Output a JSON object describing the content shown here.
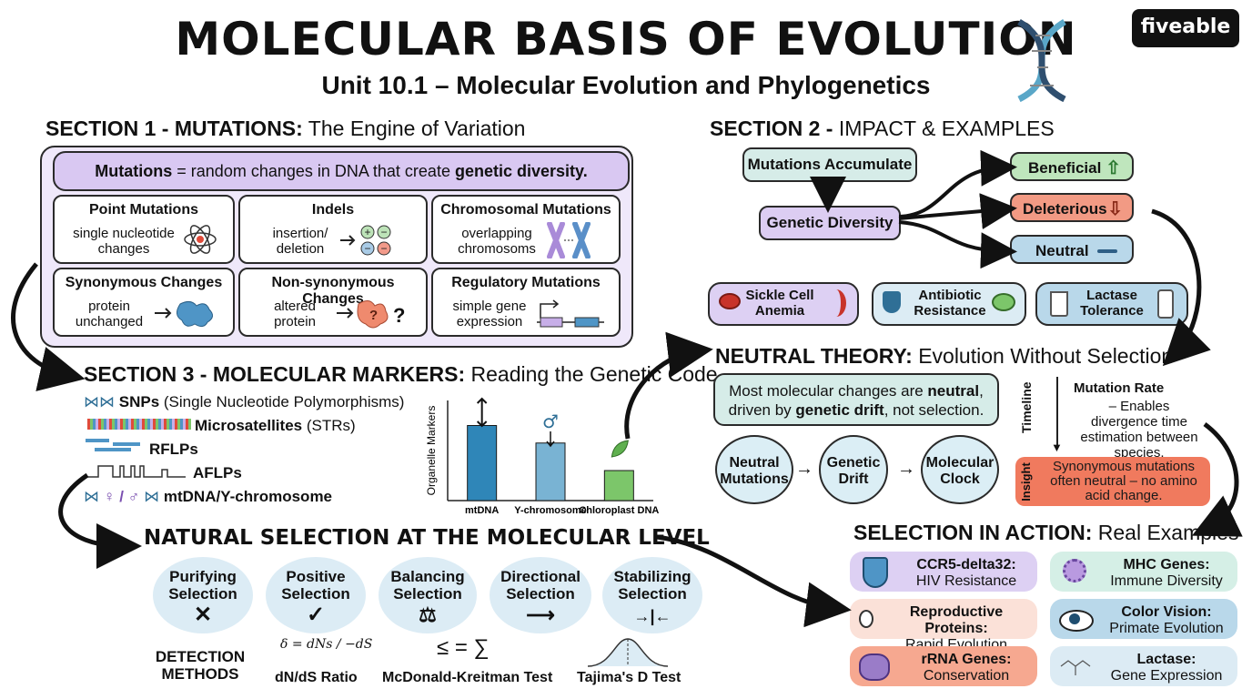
{
  "header": {
    "title": "MOLECULAR BASIS OF EVOLUTION",
    "subtitle": "Unit 10.1 – Molecular Evolution and Phylogenetics",
    "logo": "fiveable"
  },
  "section1": {
    "heading_bold": "SECTION 1 - MUTATIONS:",
    "heading_rest": "The Engine of Variation",
    "definition_term": "Mutations",
    "definition_mid": "= random changes in DNA that create",
    "definition_bold": "genetic diversity.",
    "cards": [
      {
        "title": "Point Mutations",
        "desc": "single nucleotide changes",
        "icon": "atom-icon"
      },
      {
        "title": "Indels",
        "desc": "insertion/ deletion",
        "icon": "plus-minus-icon"
      },
      {
        "title": "Chromosomal Mutations",
        "desc": "overlapping chromosoms",
        "icon": "chromosome-icon"
      },
      {
        "title": "Synonymous Changes",
        "desc": "protein unchanged",
        "icon": "protein-blob-icon"
      },
      {
        "title": "Non-synonymous Changes",
        "desc": "altered protein",
        "icon": "altered-protein-icon"
      },
      {
        "title": "Regulatory Mutations",
        "desc": "simple gene expression",
        "icon": "gene-expression-icon"
      }
    ]
  },
  "section2": {
    "heading_bold": "SECTION 2 -",
    "heading_rest": "IMPACT & EXAMPLES",
    "flow": {
      "accumulate": "Mutations Accumulate",
      "diversity": "Genetic Diversity",
      "beneficial": "Beneficial",
      "deleterious": "Deleterious",
      "neutral": "Neutral"
    },
    "examples": [
      {
        "label": "Sickle Cell Anemia",
        "icon": "red-blood-cell-icon"
      },
      {
        "label": "Antibiotic Resistance",
        "icon": "shield-bacteria-icon"
      },
      {
        "label": "Lactase Tolerance",
        "icon": "milk-icon"
      }
    ]
  },
  "section3": {
    "heading_bold": "SECTION 3 - MOLECULAR MARKERS:",
    "heading_rest": "Reading the Genetic Code",
    "markers": [
      {
        "bold": "SNPs",
        "rest": "(Single Nucleotide Polymorphisms)"
      },
      {
        "bold": "Microsatellites",
        "rest": "(STRs)"
      },
      {
        "bold": "RFLPs",
        "rest": ""
      },
      {
        "bold": "AFLPs",
        "rest": ""
      },
      {
        "bold": "mtDNA/Y-chromosome",
        "rest": ""
      }
    ],
    "mini_chart_symbols": "♀ / ♂"
  },
  "chart_data": {
    "type": "bar",
    "categories": [
      "mtDNA",
      "Y-chromosome",
      "Chloroplast DNA"
    ],
    "values": [
      3.0,
      2.3,
      1.2
    ],
    "ylabel": "Organelle Markers",
    "xlabel": "",
    "ylim": [
      0,
      4
    ],
    "colors": [
      "#2f86b8",
      "#79b3d3",
      "#7cc66a"
    ]
  },
  "neutral_theory": {
    "heading_bold": "NEUTRAL THEORY:",
    "heading_rest": "Evolution Without Selection",
    "statement_1": "Most molecular changes are",
    "statement_bold1": "neutral",
    "statement_2": "driven by",
    "statement_bold2": "genetic drift",
    "statement_3": ", not selection.",
    "circles": [
      "Neutral Mutations",
      "Genetic Drift",
      "Molecular Clock"
    ],
    "timeline_label": "Timeline",
    "rate_title": "Mutation Rate",
    "rate_desc": "– Enables divergence time estimation between species.",
    "insight_label": "Insight",
    "insight_text": "Synonymous mutations often neutral – no amino acid change."
  },
  "natural_selection": {
    "heading": "NATURAL SELECTION AT THE MOLECULAR LEVEL",
    "types": [
      {
        "name": "Purifying Selection",
        "symbol": "✕"
      },
      {
        "name": "Positive Selection",
        "symbol": "✓"
      },
      {
        "name": "Balancing Selection",
        "symbol": "⚖"
      },
      {
        "name": "Directional Selection",
        "symbol": "⟶"
      },
      {
        "name": "Stabilizing Selection",
        "symbol": "→|←"
      }
    ],
    "detection_label": "DETECTION METHODS",
    "methods": [
      {
        "name": "dN/dS Ratio",
        "formula": "δ = dNs / −dS"
      },
      {
        "name": "McDonald-Kreitman Test",
        "formula": "≤ = ∑"
      },
      {
        "name": "Tajima's D Test",
        "formula": ""
      }
    ]
  },
  "selection_action": {
    "heading_bold": "SELECTION IN ACTION:",
    "heading_rest": "Real Examples",
    "examples": [
      {
        "title": "CCR5-delta32:",
        "desc": "HIV Resistance",
        "color": "#ddd0f3",
        "icon": "shield-icon"
      },
      {
        "title": "MHC Genes:",
        "desc": "Immune Diversity",
        "color": "#d5efe6",
        "icon": "virus-icon"
      },
      {
        "title": "Reproductive Proteins:",
        "desc": "Rapid Evolution",
        "color": "#fbe1d8",
        "icon": "sperm-icon"
      },
      {
        "title": "Color Vision:",
        "desc": "Primate Evolution",
        "color": "#b9d8ea",
        "icon": "eye-icon"
      },
      {
        "title": "rRNA Genes:",
        "desc": "Conservation",
        "color": "#f6a890",
        "icon": "ribosome-icon"
      },
      {
        "title": "Lactase:",
        "desc": "Gene Expression",
        "color": "#dcebf4",
        "icon": "molecule-icon"
      }
    ]
  }
}
